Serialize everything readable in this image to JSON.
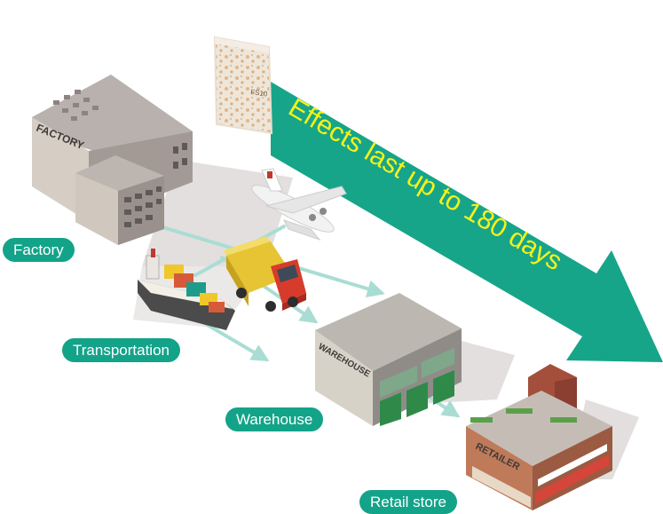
{
  "stages": {
    "factory": "Factory",
    "transportation": "Transportation",
    "warehouse": "Warehouse",
    "retail_store": "Retail store"
  },
  "building_signs": {
    "factory": "FACTORY",
    "warehouse": "WAREHOUSE",
    "retailer": "RETAILER"
  },
  "packet_label": "FS10",
  "banner": {
    "text": "Effects last up to 180 days",
    "text_color": "#f5f21a",
    "fill_color": "#17a58a"
  },
  "colors": {
    "pill": "#13a389",
    "flow_arrow": "#a9ddd3",
    "shadow": "#dcd7d7"
  },
  "icons": {
    "factory": "factory-building-icon",
    "plane": "cargo-plane-icon",
    "ship": "cargo-ship-icon",
    "truck": "delivery-truck-icon",
    "warehouse": "warehouse-building-icon",
    "retail": "retail-store-icon",
    "packet": "desiccant-packet-icon"
  }
}
